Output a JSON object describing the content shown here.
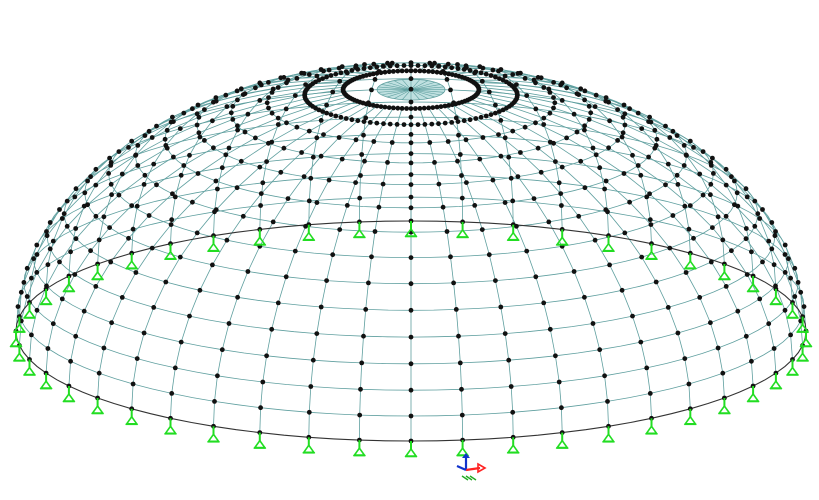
{
  "view": {
    "background": "#ffffff"
  },
  "model": {
    "type": "dome-shell-mesh",
    "meridians": 48,
    "rings": 14,
    "opening_ring": 2,
    "support_count": 48,
    "colors": {
      "mesh_line": "#5f9f9f",
      "base_line": "#333333",
      "node": "#111111",
      "support": "#22dd22",
      "cap_fill": "#bfe0e0"
    }
  },
  "axes_triad": {
    "colors": {
      "x": "#ff2222",
      "y": "#22aa22",
      "z": "#1133cc"
    }
  }
}
